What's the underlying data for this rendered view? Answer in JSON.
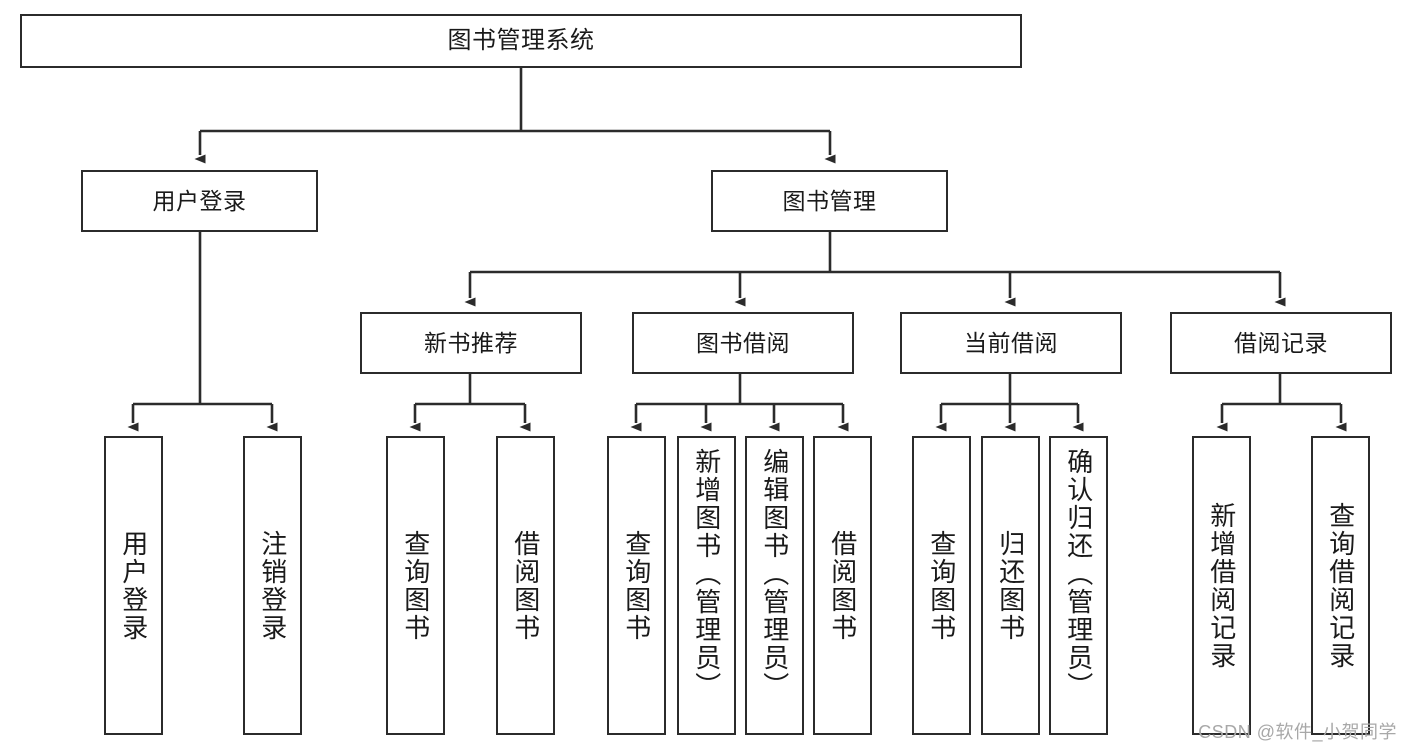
{
  "diagram": {
    "title": "图书管理系统",
    "type": "tree-hierarchy",
    "watermark": "CSDN @软件_小贺同学",
    "colors": {
      "box_border": "#2b2b2b",
      "box_fill": "#ffffff",
      "connector": "#2b2b2b",
      "text": "#1a1a1a",
      "watermark": "#a8a8a8"
    },
    "levels": {
      "root": {
        "label": "图书管理系统"
      },
      "level2": [
        {
          "label": "用户登录"
        },
        {
          "label": "图书管理"
        }
      ],
      "level3": [
        {
          "label": "新书推荐"
        },
        {
          "label": "图书借阅"
        },
        {
          "label": "当前借阅"
        },
        {
          "label": "借阅记录"
        }
      ],
      "leaves": {
        "user_login": [
          {
            "label": "用户登录"
          },
          {
            "label": "注销登录"
          }
        ],
        "new_book_recommend": [
          {
            "label": "查询图书"
          },
          {
            "label": "借阅图书"
          }
        ],
        "book_borrow": [
          {
            "label": "查询图书"
          },
          {
            "label": "新增图书（管理员）"
          },
          {
            "label": "编辑图书（管理员）"
          },
          {
            "label": "借阅图书"
          }
        ],
        "current_borrow": [
          {
            "label": "查询图书"
          },
          {
            "label": "归还图书"
          },
          {
            "label": "确认归还（管理员）"
          }
        ],
        "borrow_record": [
          {
            "label": "新增借阅记录"
          },
          {
            "label": "查询借阅记录"
          }
        ]
      }
    }
  }
}
